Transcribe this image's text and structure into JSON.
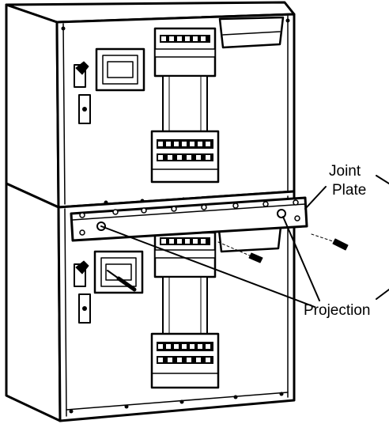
{
  "labels": {
    "joint_plate_line1": "Joint",
    "joint_plate_line2": "Plate",
    "projection": "Projection"
  },
  "colors": {
    "ink": "#000000",
    "paper": "#ffffff",
    "shade": "#b8b8b8"
  }
}
